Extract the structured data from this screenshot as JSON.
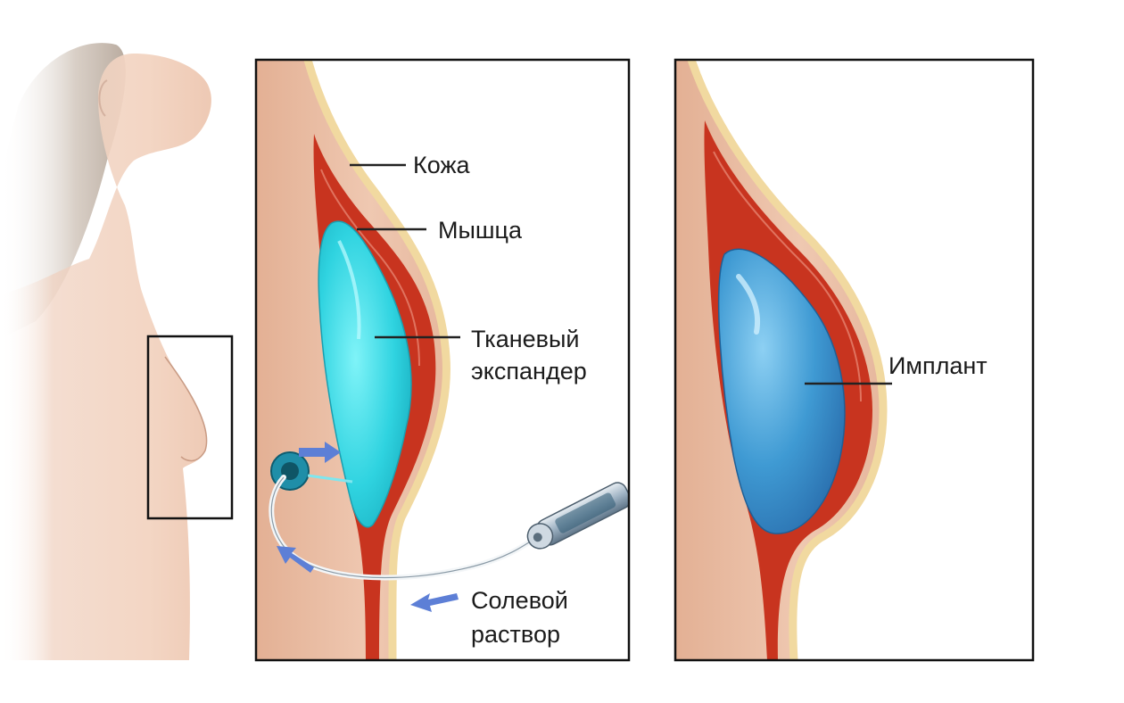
{
  "labels": {
    "skin": "Кожа",
    "muscle": "Мышца",
    "expander_line1": "Тканевый",
    "expander_line2": "экспандер",
    "saline_line1": "Солевой",
    "saline_line2": "раствор",
    "implant": "Имплант"
  },
  "colors": {
    "skin": "#eabfa6",
    "skin_shadow": "#d9a58a",
    "muscle": "#c8341f",
    "fat_layer": "#f1d9a0",
    "expander": "#2fd3e0",
    "implant": "#3f9ad3",
    "arrow": "#5d7fd6"
  }
}
